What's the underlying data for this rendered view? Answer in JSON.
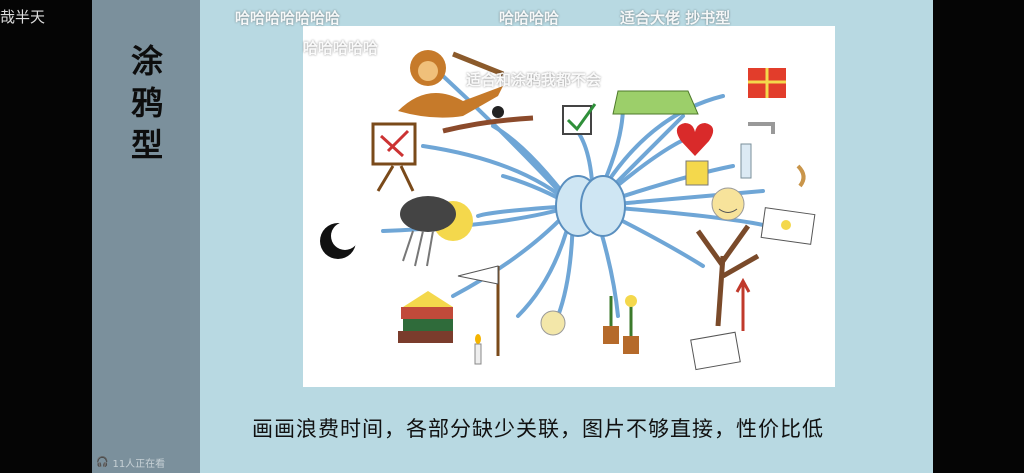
{
  "top_left_label": "哉半天",
  "slide": {
    "title": "涂鸦型",
    "caption": "画画浪费时间，各部分缺少关联，图片不够直接，性价比低"
  },
  "danmaku": [
    "哈哈哈哈哈哈哈",
    "哈哈哈哈",
    "适合大佬 抄书型",
    "哈哈哈哈哈",
    "适合和涂鸦我都不会"
  ],
  "viewer_count": "11人正在看",
  "colors": {
    "slide_bg": "#b8d9e2",
    "side_panel": "#7b909c",
    "branch_blue": "#6fa6d6"
  }
}
